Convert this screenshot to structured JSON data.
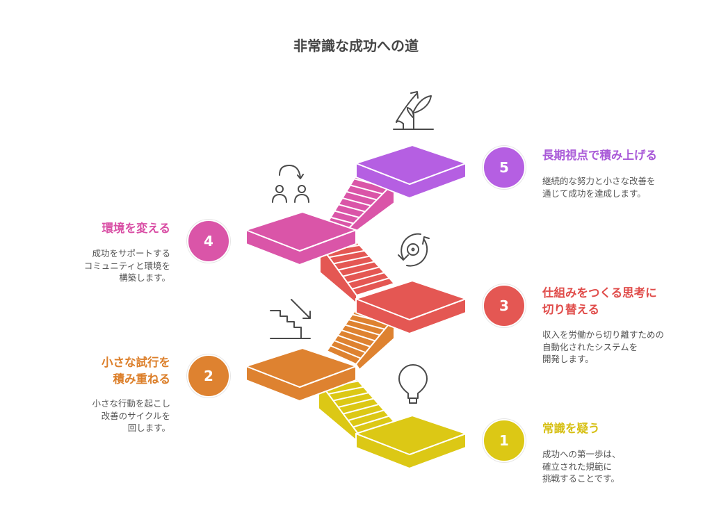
{
  "title": "非常識な成功への道",
  "steps": [
    {
      "number": "1",
      "heading": [
        "常識を疑う"
      ],
      "desc": [
        "成功への第一歩は、",
        "確立された規範に",
        "挑戦することです。"
      ],
      "color": "#dcc815",
      "text_color": "#d6bf12",
      "icon": "lightbulb-icon"
    },
    {
      "number": "2",
      "heading": [
        "小さな試行を",
        "積み重ねる"
      ],
      "desc": [
        "小さな行動を起こし",
        "改善のサイクルを",
        "回します。"
      ],
      "color": "#de8230",
      "text_color": "#dc7f2a",
      "icon": "stairs-down-icon"
    },
    {
      "number": "3",
      "heading": [
        "仕組みをつくる思考に",
        "切り替える"
      ],
      "desc": [
        "収入を労働から切り離すための",
        "自動化されたシステムを",
        "開発します。"
      ],
      "color": "#e45753",
      "text_color": "#e04c4a",
      "icon": "gear-cycle-icon"
    },
    {
      "number": "4",
      "heading": [
        "環境を変える"
      ],
      "desc": [
        "成功をサポートする",
        "コミュニティと環境を",
        "構築します。"
      ],
      "color": "#da55a8",
      "text_color": "#d94fa5",
      "icon": "people-exchange-icon"
    },
    {
      "number": "5",
      "heading": [
        "長期視点で積み上げる"
      ],
      "desc": [
        "継続的な努力と小さな改善を",
        "通じて成功を達成します。"
      ],
      "color": "#b55fe2",
      "text_color": "#a95ad8",
      "icon": "growth-plant-icon"
    }
  ]
}
